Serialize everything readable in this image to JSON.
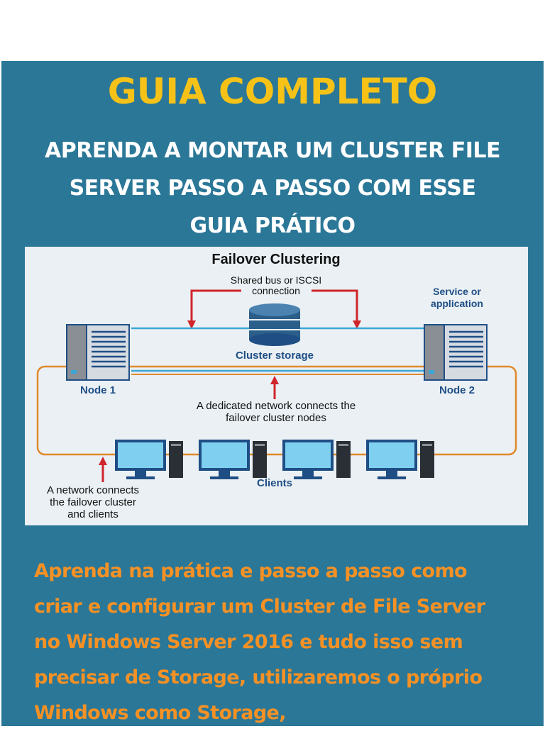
{
  "header": {
    "title": "GUIA COMPLETO",
    "subtitle_lines": [
      "APRENDA A MONTAR UM CLUSTER FILE",
      "SERVER PASSO A PASSO COM ESSE",
      "GUIA PRÁTICO"
    ]
  },
  "diagram": {
    "title": "Failover Clustering",
    "shared_bus_lines": [
      "Shared bus or ISCSI",
      "connection"
    ],
    "service_lines": [
      "Service or",
      "application"
    ],
    "cluster_storage": "Cluster storage",
    "node1": "Node 1",
    "node2": "Node 2",
    "dedicated_lines": [
      "A dedicated network connects the",
      "failover cluster nodes"
    ],
    "clients": "Clients",
    "network_lines": [
      "A network connects",
      "the failover cluster",
      "and clients"
    ],
    "colors": {
      "background": "#eaf0f4",
      "dark_blue": "#1f4e85",
      "arrow_red": "#d0252b",
      "network_orange": "#e0892a",
      "bus_blue": "#3aa6d8"
    }
  },
  "description_lines": [
    "Aprenda na prática e passo a passo como",
    "criar e configurar um Cluster de File Server",
    "no Windows Server 2016 e tudo isso sem",
    "precisar de Storage, utilizaremos o próprio",
    "Windows como Storage,"
  ],
  "colors": {
    "panel": "#2b7797",
    "title": "#f6c218",
    "subtitle": "#ffffff",
    "description": "#f59125"
  }
}
